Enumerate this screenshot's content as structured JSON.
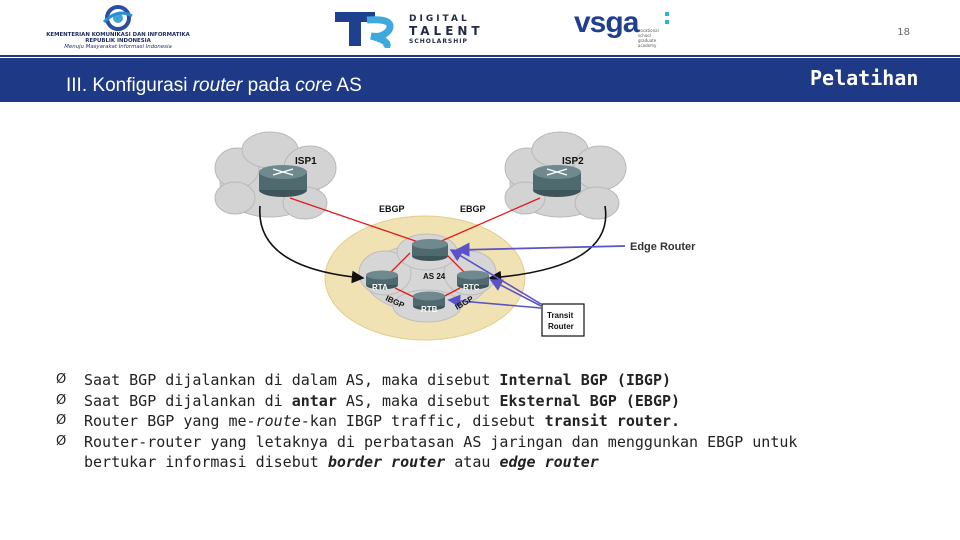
{
  "header": {
    "kominfo_line1": "KEMENTERIAN KOMUNIKASI DAN INFORMATIKA",
    "kominfo_line2": "REPUBLIK INDONESIA",
    "kominfo_tagline": "Menuju Masyarakat Informasi Indonesia",
    "dts_line1": "DIGITAL",
    "dts_line2": "TALENT",
    "dts_line3": "SCHOLARSHIP",
    "vsga_brand": "vsga",
    "vsga_sub1": "vocational",
    "vsga_sub2": "school",
    "vsga_sub3": "graduate",
    "vsga_sub4": "academy",
    "slide_number": "18"
  },
  "title": {
    "prefix": "III. Konfigurasi ",
    "italic_router": "router",
    "middle": " pada ",
    "italic_core": "core",
    "suffix": " AS",
    "tag": "Pelatihan"
  },
  "diagram": {
    "isp1": "ISP1",
    "isp2": "ISP2",
    "ebgp_left": "EBGP",
    "ebgp_right": "EBGP",
    "edge_router": "Edge Router",
    "as24": "AS 24",
    "rta": "RTA",
    "rtb": "RTB",
    "rtc": "RTC",
    "ibgp_left": "IBGP",
    "ibgp_right": "IBGP",
    "transit_line1": "Transit",
    "transit_line2": "Router",
    "colors": {
      "cloud": "#d2d2d2",
      "as_ellipse": "#f1e2b4",
      "router": "#4f6a6f",
      "link": "#e21a1a",
      "callout": "#5b52c9"
    }
  },
  "bullets": [
    {
      "marker": "Ø",
      "t1": "Saat BGP dijalankan di dalam AS, maka disebut ",
      "t2": "Internal BGP (IBGP)"
    },
    {
      "marker": "Ø",
      "t1": "Saat BGP dijalankan di ",
      "t2": "antar",
      "t3": " AS, maka disebut ",
      "t4": "Eksternal BGP (EBGP)"
    },
    {
      "marker": "Ø",
      "t1": "Router BGP yang me-",
      "t2": "route",
      "t3": "-kan IBGP traffic, disebut ",
      "t4": "transit router."
    },
    {
      "marker": "Ø",
      "t1": "Router-router yang letaknya di perbatasan AS jaringan dan menggunkan EBGP untuk",
      "t2": "bertukar informasi  disebut ",
      "t3": "border router",
      "t4": " atau ",
      "t5": "edge router"
    }
  ]
}
